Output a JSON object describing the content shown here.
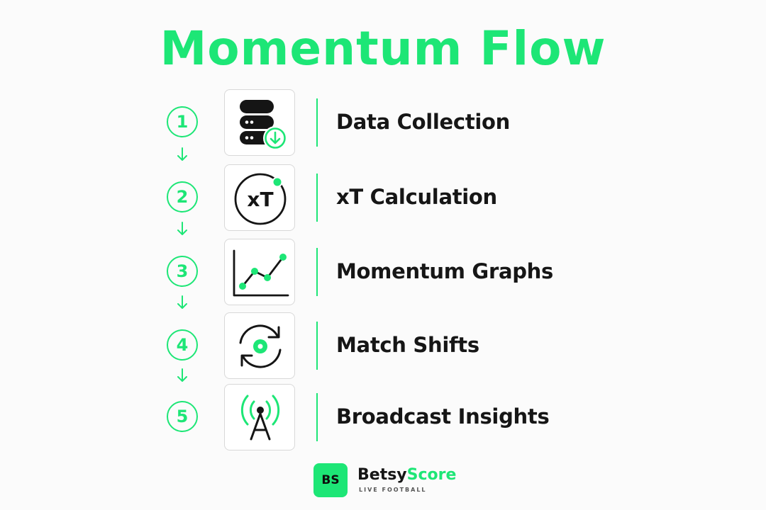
{
  "title": "Momentum Flow",
  "accent_color": "#1de676",
  "steps": [
    {
      "number": "1",
      "label": "Data Collection",
      "icon": "database-download-icon"
    },
    {
      "number": "2",
      "label": "xT Calculation",
      "icon": "xt-circle-icon",
      "icon_text": "xT"
    },
    {
      "number": "3",
      "label": "Momentum Graphs",
      "icon": "line-graph-icon"
    },
    {
      "number": "4",
      "label": "Match Shifts",
      "icon": "refresh-cycle-icon"
    },
    {
      "number": "5",
      "label": "Broadcast Insights",
      "icon": "broadcast-tower-icon"
    }
  ],
  "brand": {
    "logo_text": "BS",
    "name_part1": "Betsy",
    "name_part2": "Score",
    "tagline": "LIVE FOOTBALL"
  }
}
